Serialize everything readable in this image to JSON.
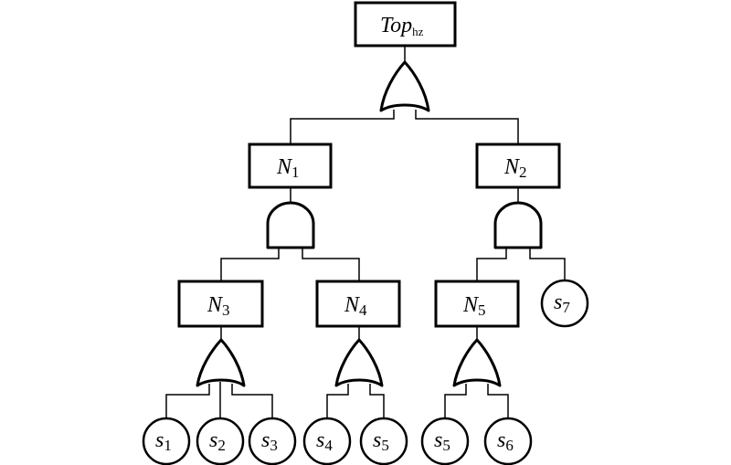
{
  "diagram": {
    "type": "fault-tree",
    "top_event": {
      "id": "top",
      "label": "Top",
      "subscript": "hz",
      "gate": "OR",
      "children": [
        "N1",
        "N2"
      ]
    },
    "intermediate_events": [
      {
        "id": "N1",
        "label": "N",
        "subscript": "1",
        "gate": "AND",
        "children": [
          "N3",
          "N4"
        ]
      },
      {
        "id": "N2",
        "label": "N",
        "subscript": "2",
        "gate": "AND",
        "children": [
          "N5",
          "s7"
        ]
      },
      {
        "id": "N3",
        "label": "N",
        "subscript": "3",
        "gate": "OR",
        "children": [
          "s1",
          "s2",
          "s3"
        ]
      },
      {
        "id": "N4",
        "label": "N",
        "subscript": "4",
        "gate": "OR",
        "children": [
          "s4",
          "s5"
        ]
      },
      {
        "id": "N5",
        "label": "N",
        "subscript": "5",
        "gate": "OR",
        "children": [
          "s5",
          "s6"
        ]
      }
    ],
    "basic_events": [
      {
        "id": "s1",
        "label": "s",
        "subscript": "1"
      },
      {
        "id": "s2",
        "label": "s",
        "subscript": "2"
      },
      {
        "id": "s3",
        "label": "s",
        "subscript": "3"
      },
      {
        "id": "s4",
        "label": "s",
        "subscript": "4"
      },
      {
        "id": "s5a",
        "label": "s",
        "subscript": "5"
      },
      {
        "id": "s5b",
        "label": "s",
        "subscript": "5"
      },
      {
        "id": "s6",
        "label": "s",
        "subscript": "6"
      },
      {
        "id": "s7",
        "label": "s",
        "subscript": "7"
      }
    ]
  }
}
